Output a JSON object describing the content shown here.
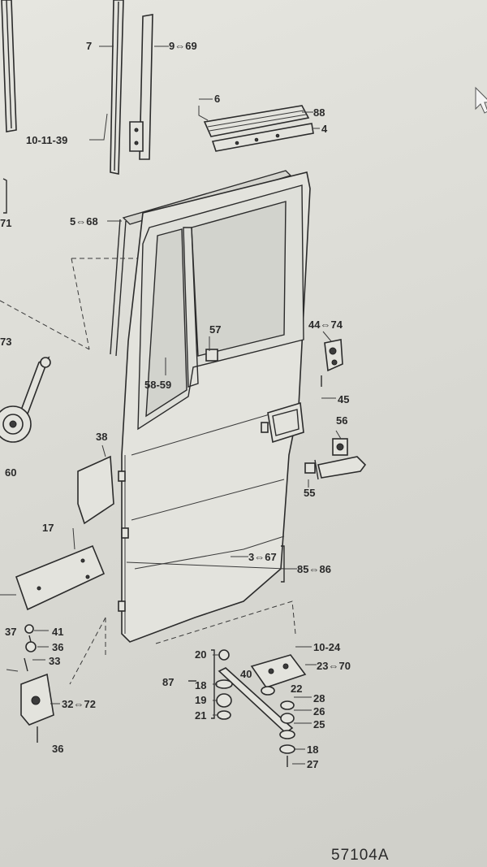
{
  "drawing": {
    "figure_number": "57104A",
    "callouts": {
      "c7": "7",
      "c9_69": "9⇔69",
      "c6": "6",
      "c88": "88",
      "c4": "4",
      "c10_11_39": "10-11-39",
      "c71": "71",
      "c5_68": "5⇔68",
      "c73": "73",
      "c57": "57",
      "c44_74": "44⇔74",
      "c58_59": "58-59",
      "c45": "45",
      "c56": "56",
      "c38": "38",
      "c60": "60",
      "c55": "55",
      "c17": "17",
      "c3_67": "3⇔67",
      "c85_86": "85⇔86",
      "c37": "37",
      "c41": "41",
      "c36a": "36",
      "c33": "33",
      "c32_72": "32⇔72",
      "c36b": "36",
      "c20": "20",
      "c10_24": "10-24",
      "c40": "40",
      "c23_70": "23⇔70",
      "c87": "87",
      "c18a": "18",
      "c22": "22",
      "c19": "19",
      "c28": "28",
      "c26": "26",
      "c21": "21",
      "c25": "25",
      "c18b": "18",
      "c27": "27"
    }
  }
}
